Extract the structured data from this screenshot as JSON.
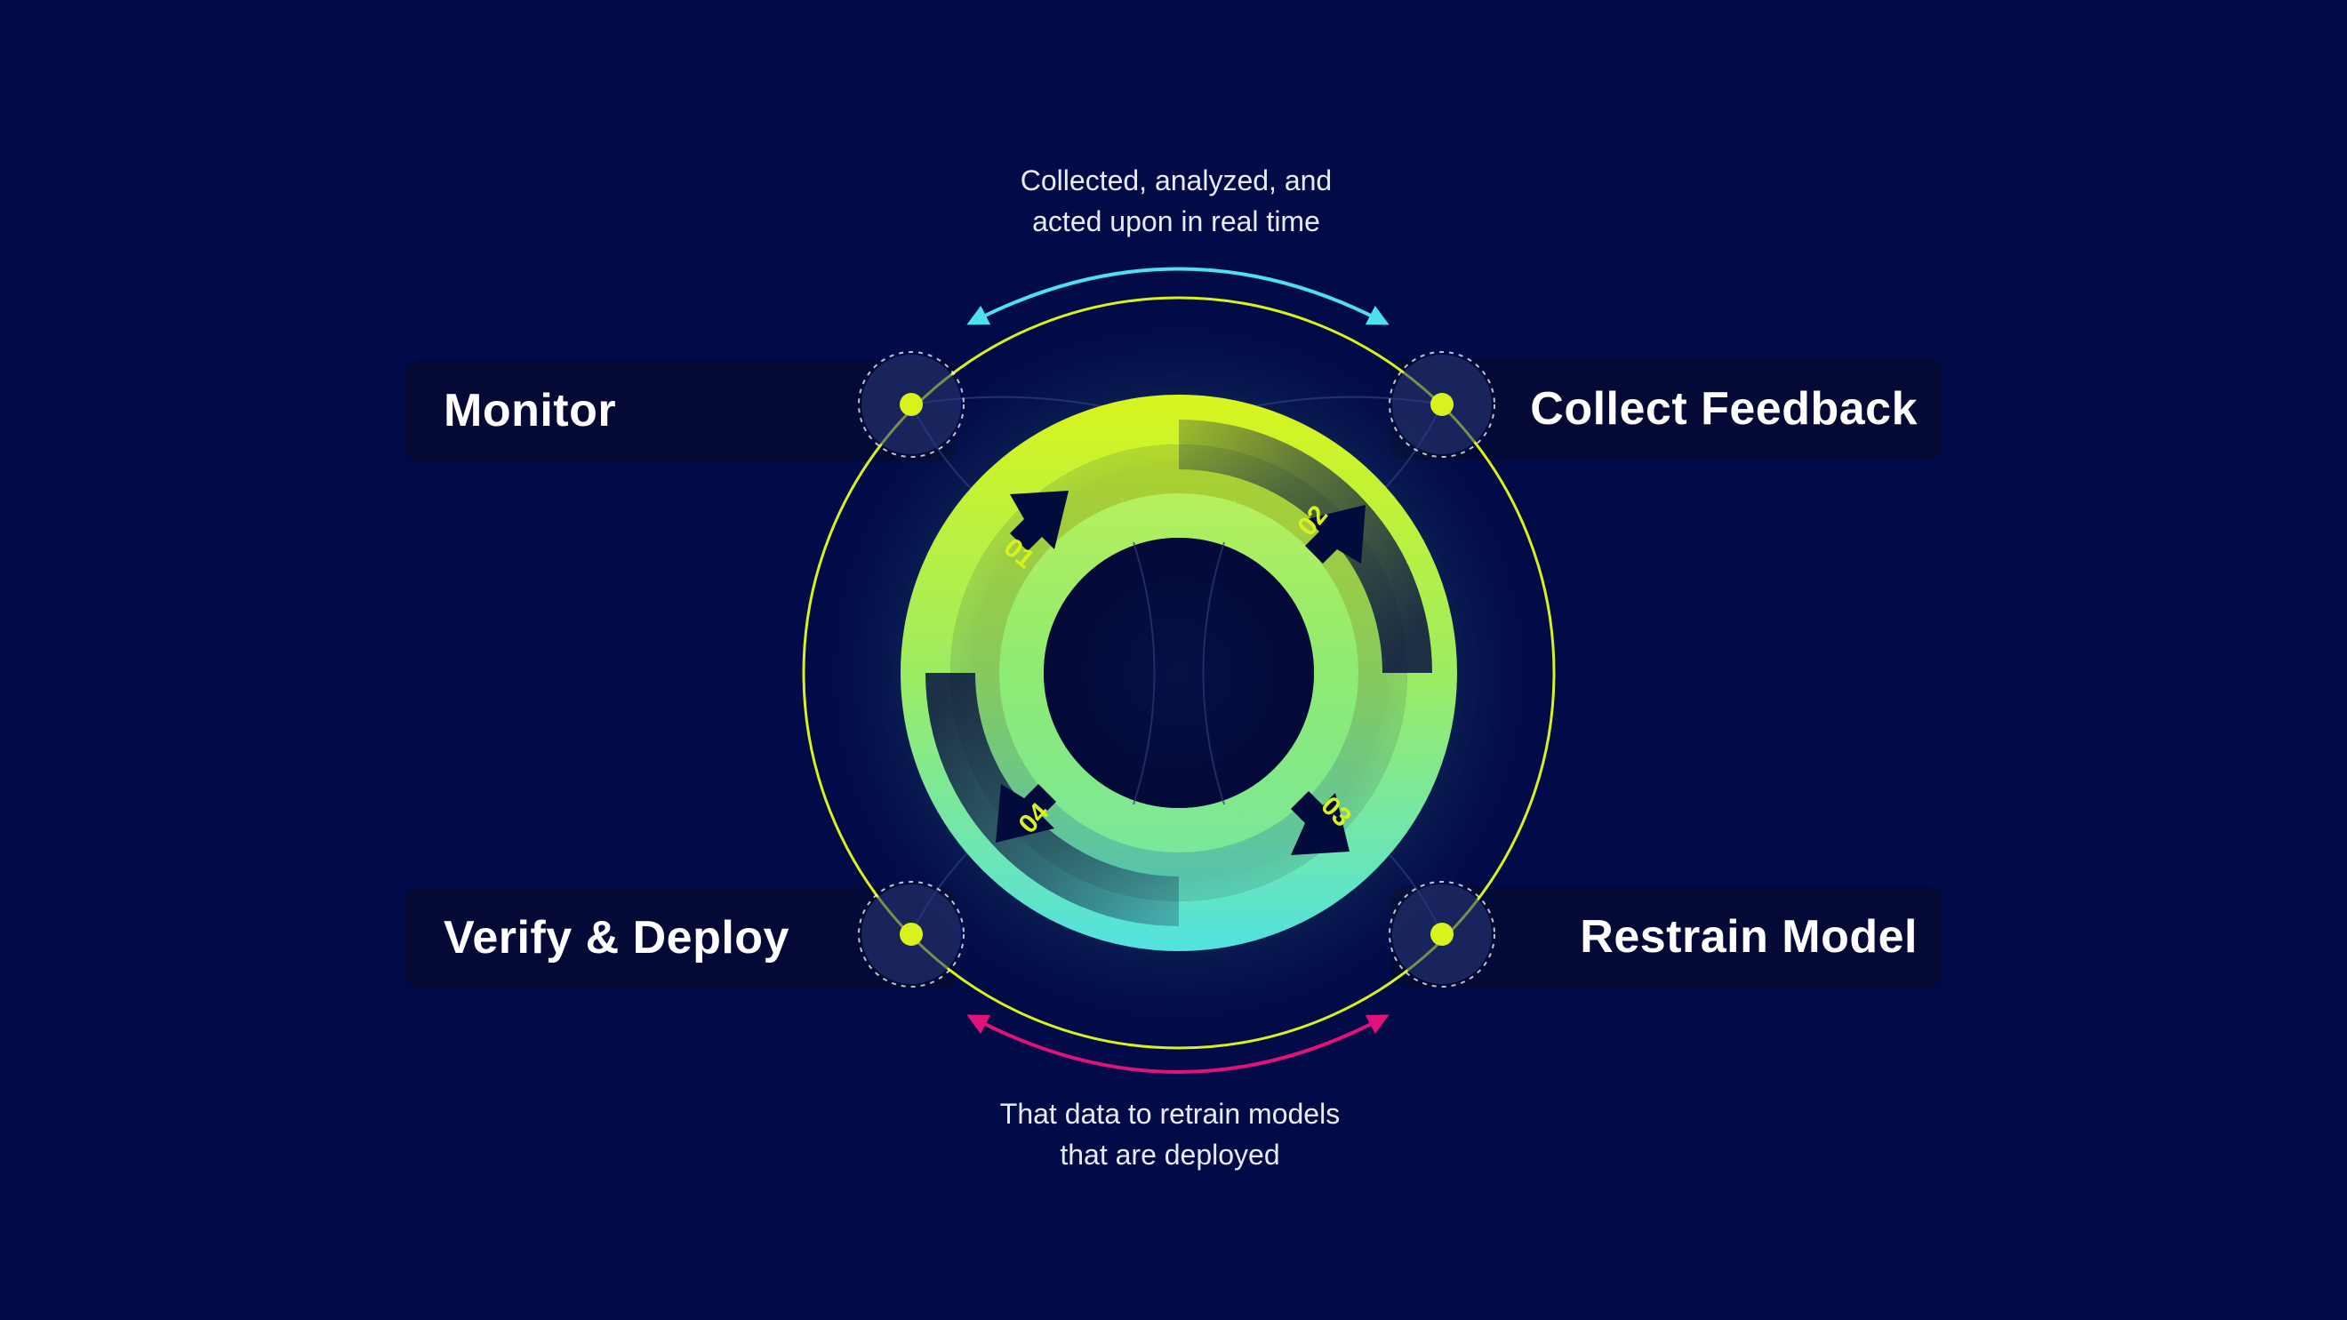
{
  "stages": {
    "monitor": "Monitor",
    "collect_feedback": "Collect Feedback",
    "verify_deploy": "Verify & Deploy",
    "restrain_model": "Restrain Model"
  },
  "captions": {
    "top": [
      "Collected, analyzed, and",
      "acted upon in real time"
    ],
    "bottom": [
      "That data to retrain models",
      "that are deployed"
    ]
  },
  "steps": [
    "01",
    "02",
    "03",
    "04"
  ],
  "colors": {
    "background": "#020b48",
    "accent_lime": "#d7f21c",
    "accent_cyan": "#4fe0f0",
    "accent_magenta": "#e0137a",
    "label_panel": "#040a35"
  }
}
